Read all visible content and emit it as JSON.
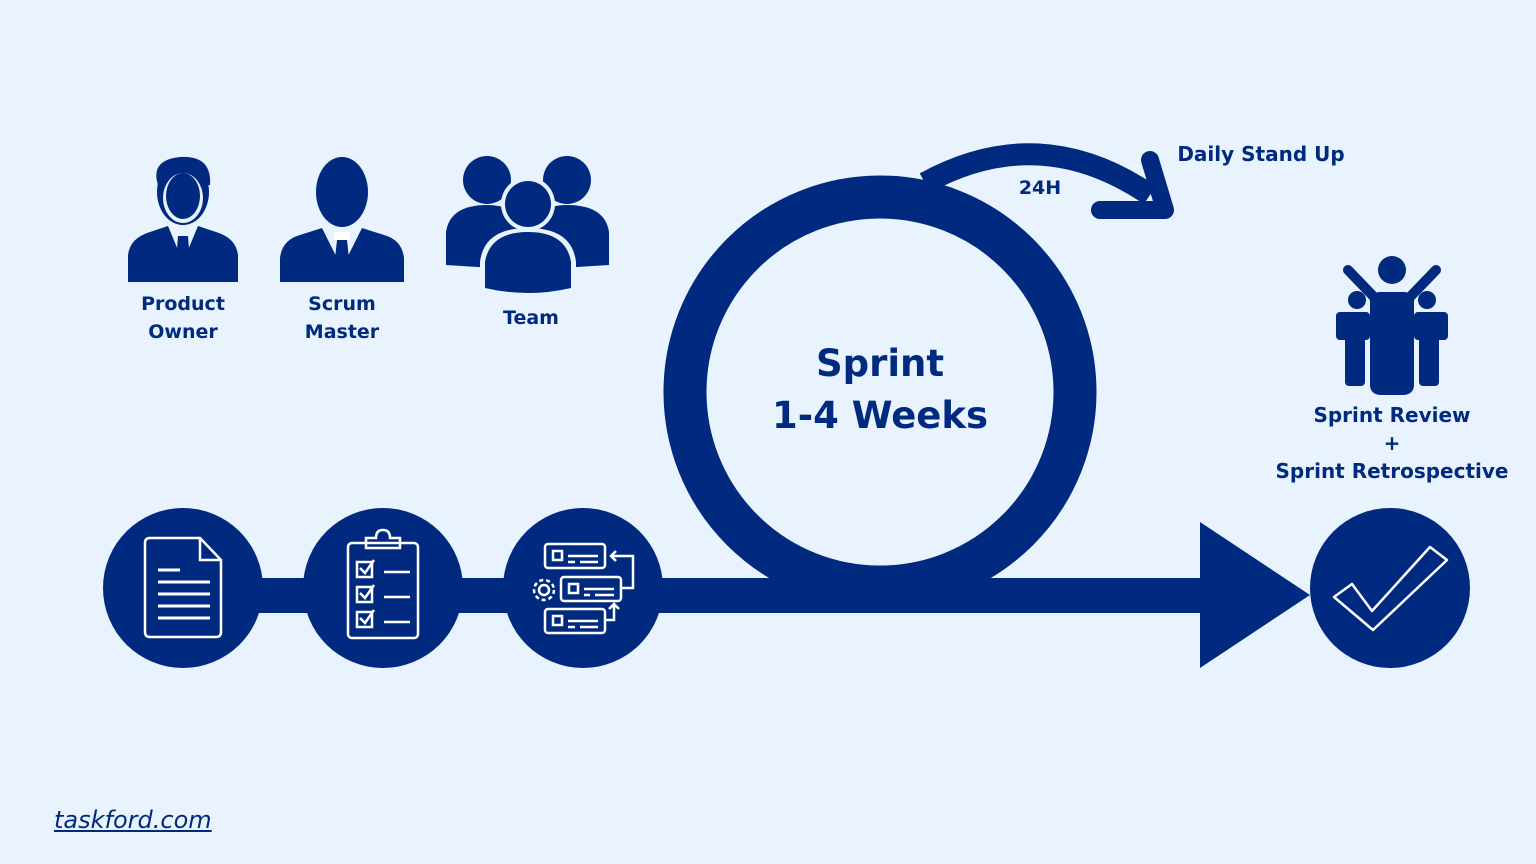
{
  "colors": {
    "background": "#e8f3fd",
    "primary": "#002a7f",
    "icon_stroke": "#ffffff"
  },
  "roles": [
    {
      "label_line1": "Product",
      "label_line2": "Owner",
      "icon": "product-owner-icon"
    },
    {
      "label_line1": "Scrum",
      "label_line2": "Master",
      "icon": "scrum-master-icon"
    },
    {
      "label_line1": "Team",
      "icon": "team-icon"
    }
  ],
  "sprint": {
    "title": "Sprint",
    "duration": "1-4 Weeks"
  },
  "daily": {
    "label": "Daily Stand Up",
    "cycle": "24H"
  },
  "review": {
    "line1": "Sprint Review",
    "plus": "+",
    "line2": "Sprint Retrospective"
  },
  "steps": [
    {
      "icon": "document-icon"
    },
    {
      "icon": "clipboard-checklist-icon"
    },
    {
      "icon": "backlog-workflow-icon"
    },
    {
      "icon": "checkmark-icon"
    }
  ],
  "footer": {
    "link": "taskford.com"
  }
}
